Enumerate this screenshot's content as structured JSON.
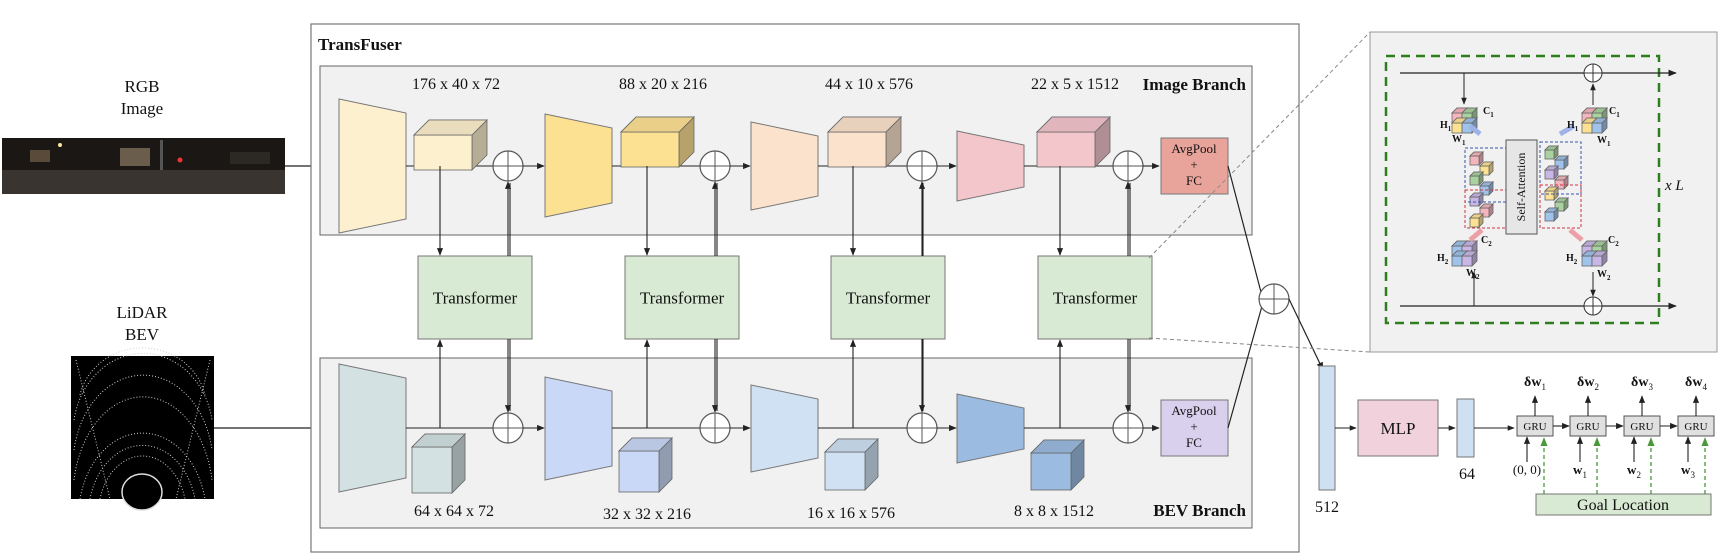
{
  "inputs": {
    "rgb": {
      "line1": "RGB",
      "line2": "Image"
    },
    "lidar": {
      "line1": "LiDAR",
      "line2": "BEV"
    }
  },
  "main_title": "TransFuser",
  "image_branch": {
    "title": "Image Branch",
    "feature_sizes": [
      "176 x 40 x 72",
      "88 x 20 x 216",
      "44 x 10 x 576",
      "22 x 5 x 1512"
    ],
    "avgpool": {
      "line1": "AvgPool",
      "line2": "+",
      "line3": "FC"
    }
  },
  "bev_branch": {
    "title": "BEV Branch",
    "feature_sizes": [
      "64 x 64 x 72",
      "32 x 32 x 216",
      "16 x 16 x 576",
      "8 x 8 x 1512"
    ],
    "avgpool": {
      "line1": "AvgPool",
      "line2": "+",
      "line3": "FC"
    }
  },
  "transformer_label": "Transformer",
  "inset": {
    "self_attention": "Self-Attention",
    "repeat": "x L",
    "labels": {
      "h1": "H",
      "h1_sub": "1",
      "w1": "W",
      "w1_sub": "1",
      "c1": "C",
      "c1_sub": "1",
      "h2": "H",
      "h2_sub": "2",
      "w2": "W",
      "w2_sub": "2",
      "c2": "C",
      "c2_sub": "2"
    }
  },
  "head": {
    "vec512": "512",
    "mlp": "MLP",
    "vec64": "64",
    "gru": "GRU",
    "deltas": [
      {
        "base": "δw",
        "sub": "1"
      },
      {
        "base": "δw",
        "sub": "2"
      },
      {
        "base": "δw",
        "sub": "3"
      },
      {
        "base": "δw",
        "sub": "4"
      }
    ],
    "gru_inputs": [
      {
        "base": "(0, 0)",
        "sub": ""
      },
      {
        "base": "w",
        "sub": "1"
      },
      {
        "base": "w",
        "sub": "2"
      },
      {
        "base": "w",
        "sub": "3"
      }
    ],
    "goal": "Goal Location"
  },
  "colors": {
    "stage1": "#fdf0cf",
    "stage2": "#fde193",
    "stage3": "#fbe2cc",
    "stage4": "#f3c6cc",
    "bev1": "#d3e1e2",
    "bev2": "#c9d8f6",
    "bev3": "#cfe1f3",
    "bev4": "#9bbbe0",
    "transformer": "#d8ead3",
    "branch_bg": "#f1f1f1",
    "avgpool_img": "#e8a49b",
    "avgpool_bev": "#d8d0ec",
    "mlp": "#f1d2dc",
    "vec": "#cfe0f2",
    "inset_green": "#2e7d1e",
    "goal": "#d8ead3"
  }
}
